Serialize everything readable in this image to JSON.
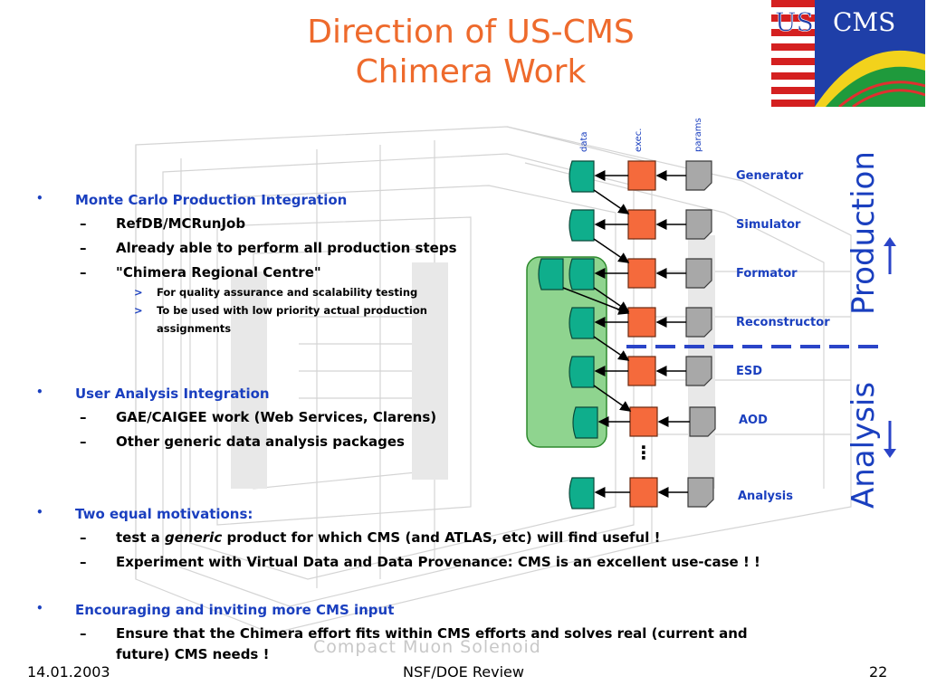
{
  "title": {
    "line1": "Direction of US-CMS",
    "line2": "Chimera Work"
  },
  "logo": {
    "text": "US CMS"
  },
  "bullets": {
    "b1": {
      "text": "Monte Carlo Production Integration",
      "s1": "RefDB/MCRunJob",
      "s2": "Already able to perform all production steps",
      "s3": "\"Chimera Regional Centre\"",
      "s3a": "For quality assurance and scalability testing",
      "s3b_line1": "To be used with low priority actual production",
      "s3b_line2": "assignments"
    },
    "b2": {
      "text": "User Analysis Integration",
      "s1": "GAE/CAIGEE work (Web Services, Clarens)",
      "s2": "Other generic data analysis packages"
    },
    "b3": {
      "text": "Two equal motivations:",
      "s1_pre": "test a ",
      "s1_em": "generic",
      "s1_post": " product for which CMS (and ATLAS, etc) will find useful !",
      "s2": "Experiment with Virtual Data and Data Provenance:  CMS is an excellent use-case ! !"
    },
    "b4": {
      "text": "Encouraging and inviting more CMS input",
      "s1_line1": "Ensure that the Chimera effort fits within CMS efforts and solves real (current and",
      "s1_line2": "future) CMS needs !"
    }
  },
  "bullet_glyphs": {
    "dot": "•",
    "dash": "–",
    "gt": ">"
  },
  "diagram": {
    "columns": {
      "data": "data",
      "exec": "exec.",
      "params": "params"
    },
    "stages": [
      "Generator",
      "Simulator",
      "Formator",
      "Reconstructor",
      "ESD",
      "AOD",
      "Analysis"
    ],
    "ellipsis": "⋮",
    "side_production": "Production",
    "side_analysis": "Analysis",
    "colors": {
      "data": "#0fae8c",
      "exec": "#f56a3c",
      "params": "#a8a8a8",
      "group": "#8fd48f",
      "divider": "#2a44c8"
    }
  },
  "watermark": "Compact Muon Solenoid",
  "footer": {
    "date": "14.01.2003",
    "center": "NSF/DOE Review",
    "page": "22"
  }
}
